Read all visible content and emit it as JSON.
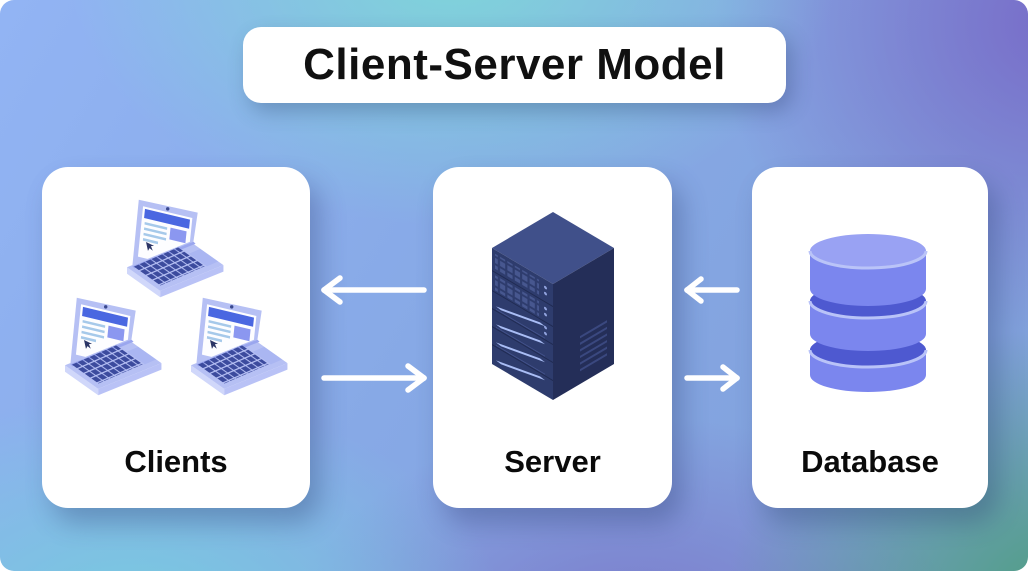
{
  "title": {
    "text": "Client-Server Model"
  },
  "cards": [
    {
      "id": "clients",
      "label": "Clients",
      "icon": "laptop-icon",
      "icon_count": 3
    },
    {
      "id": "server",
      "label": "Server",
      "icon": "server-tower-icon",
      "icon_count": 1
    },
    {
      "id": "database",
      "label": "Database",
      "icon": "database-cylinder-icon",
      "icon_count": 1
    }
  ],
  "arrows": [
    {
      "name": "arrow-server-to-clients",
      "direction": "left",
      "color": "#ffffff"
    },
    {
      "name": "arrow-clients-to-server",
      "direction": "right",
      "color": "#ffffff"
    },
    {
      "name": "arrow-database-to-server",
      "direction": "left",
      "color": "#ffffff"
    },
    {
      "name": "arrow-server-to-database",
      "direction": "right",
      "color": "#ffffff"
    }
  ],
  "colors": {
    "card_background": "#ffffff",
    "text": "#0a0a0a",
    "background_mesh": [
      "#92b4f4",
      "#7ed8d8",
      "#7769c7",
      "#76cede",
      "#4c9e7d",
      "#7a76c8"
    ],
    "laptop_body": "#b6c0f4",
    "laptop_screen_header": "#4a67e1",
    "laptop_keys": "#3c4b9e",
    "server_top": "#40508a",
    "server_front": "#2e3c6d",
    "server_side": "#242e58",
    "server_slat": "#a9bdf5",
    "database_body": "#7b86ee",
    "database_top": "#99a2f3",
    "database_gap": "#4e59d0"
  }
}
